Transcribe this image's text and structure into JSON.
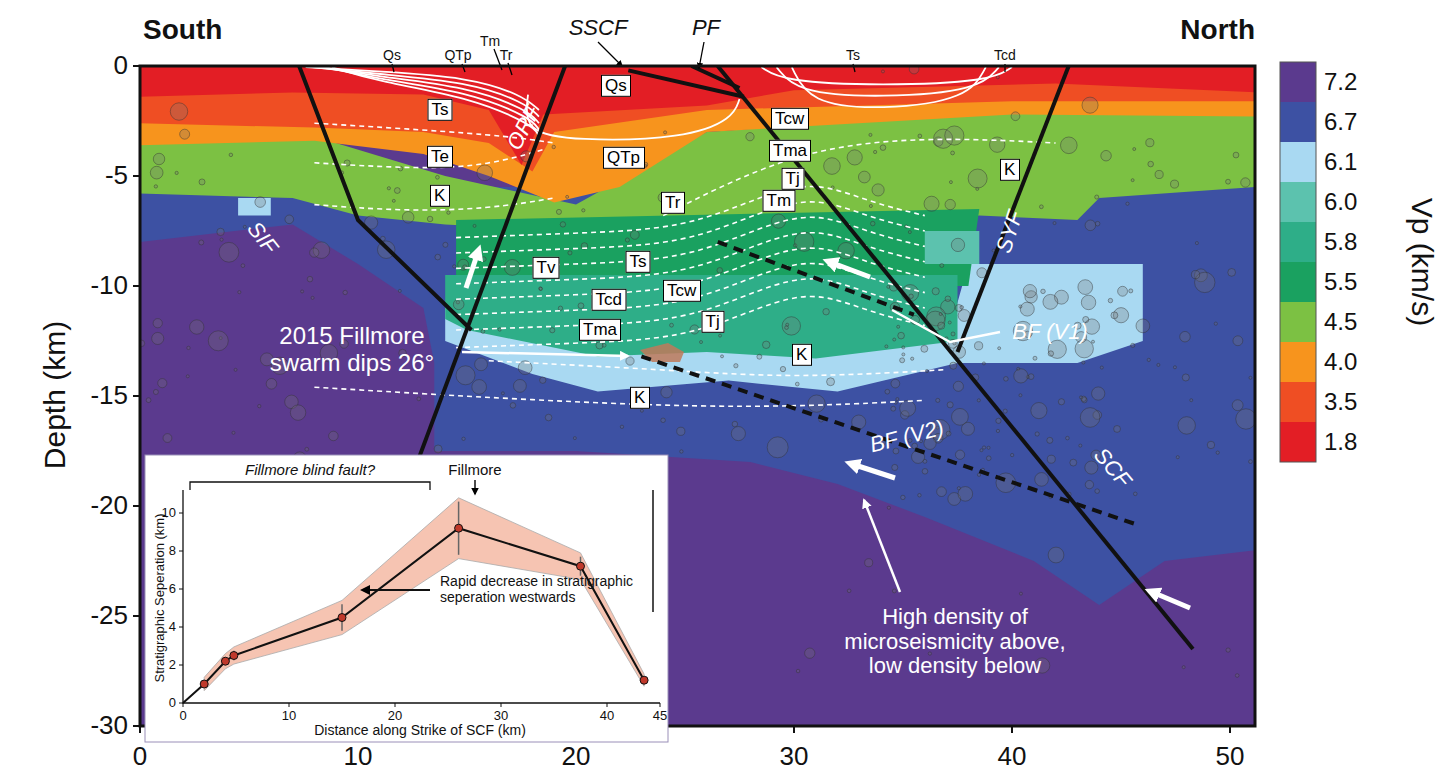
{
  "diagram": {
    "nodes": [
      {
        "text": [
          "Ts"
        ]
      },
      {
        "text": [
          "Te"
        ]
      },
      {
        "text": [
          "K"
        ]
      },
      {
        "text": [
          "Qs"
        ]
      },
      {
        "text": [
          "QTp"
        ]
      },
      {
        "text": [
          "Tr"
        ]
      },
      {
        "text": [
          "Tm"
        ]
      },
      {
        "text": [
          "Tcw"
        ]
      },
      {
        "text": [
          "Tma"
        ]
      },
      {
        "text": [
          "Tj"
        ]
      },
      {
        "text": [
          "K"
        ]
      },
      {
        "text": [
          "Tv"
        ]
      },
      {
        "text": [
          "Ts"
        ]
      },
      {
        "text": [
          "Tcw"
        ]
      },
      {
        "text": [
          "Tcd"
        ]
      },
      {
        "text": [
          "Tma"
        ]
      },
      {
        "text": [
          "Tj"
        ]
      },
      {
        "text": [
          "K"
        ]
      },
      {
        "text": [
          "K"
        ]
      }
    ],
    "labels": [
      "South",
      "North",
      "SSCF",
      "PF",
      "Qs",
      "QTp",
      "Tm",
      "Tr",
      "Ts",
      "Tcd",
      "ORF",
      "SIF",
      "SYF",
      "BF (V1)",
      "BF (V2)",
      "SCF",
      "2015 Fillmore swarm dips 26°",
      "High density of microseismicity above, low density below",
      "Depth (km)",
      "Vp (km/s)",
      "0",
      "-5",
      "-10",
      "-15",
      "-20",
      "-25",
      "-30",
      "0",
      "10",
      "20",
      "30",
      "40",
      "50",
      "Fillmore blind fault?",
      "Fillmore",
      "Rapid decrease in stratigraphic seperation westwards",
      "Stratigraphic Seperation (km)",
      "Distance along Strike of SCF (km)",
      "0",
      "10",
      "20",
      "30",
      "40",
      "45",
      "0",
      "2",
      "4",
      "6",
      "8",
      "10"
    ],
    "legend": [
      {
        "text": "7.2",
        "color": "#5b3a8e"
      },
      {
        "text": "6.7",
        "color": "#3d51a3"
      },
      {
        "text": "6.1",
        "color": "#a9d9f2"
      },
      {
        "text": "6.0",
        "color": "#5cc2ae"
      },
      {
        "text": "5.8",
        "color": "#2eae88"
      },
      {
        "text": "5.5",
        "color": "#1aa160"
      },
      {
        "text": "4.5",
        "color": "#7cc143"
      },
      {
        "text": "4.0",
        "color": "#f7941d"
      },
      {
        "text": "3.5",
        "color": "#ef4e23"
      },
      {
        "text": "1.8",
        "color": "#e31e25"
      }
    ]
  }
}
